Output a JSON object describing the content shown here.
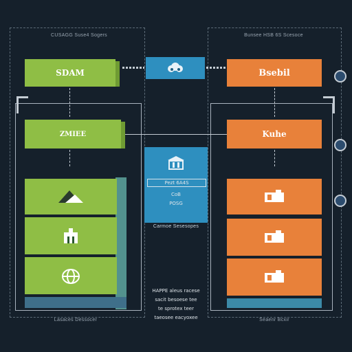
{
  "left": {
    "caption_top": "CUSAGG Suse4 Sogers",
    "box1_label": "SDAM",
    "box2_label": "ZMIEE",
    "caption_bottom": "Lasaces Dessocer"
  },
  "center": {
    "card_lines": [
      "Pezt 6A4S",
      "CoB",
      "POSG"
    ],
    "card_caption": "Carmoe Sesesopes",
    "notes": [
      "HAPPE aleus racese",
      "sacit besoese tee",
      "te sprotex teer",
      "taeosee eacyoxee"
    ]
  },
  "right": {
    "caption_top": "Bunsee HSB 6S Scesoce",
    "box1_label": "Bsebil",
    "box2_label": "Kuhe",
    "caption_bottom": "Seaenr Bcxir"
  },
  "colors": {
    "background": "#15202b",
    "green": "#8fbe45",
    "orange": "#e8813a",
    "blue": "#2e8fbf"
  }
}
